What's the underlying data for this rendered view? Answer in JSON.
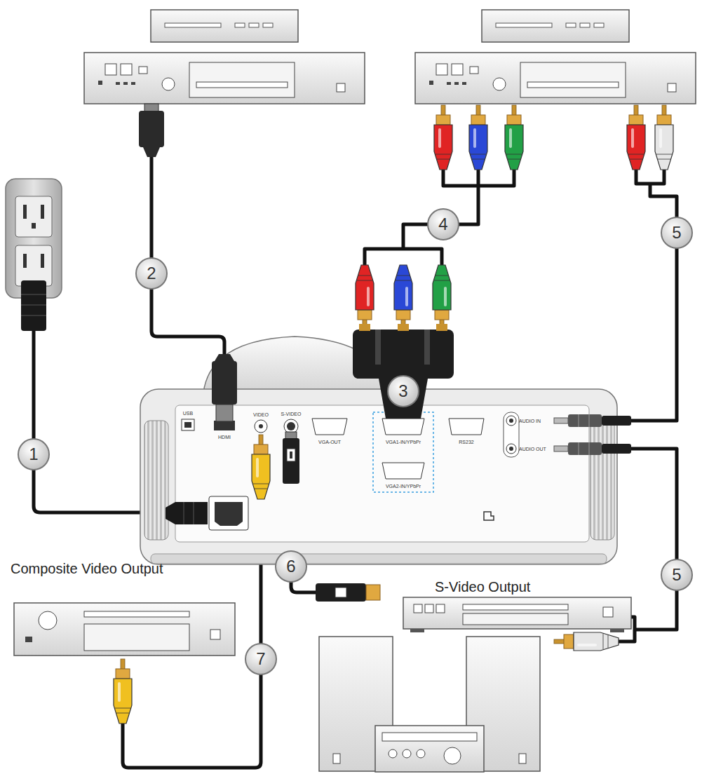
{
  "diagram": {
    "labels": [
      "1",
      "2",
      "3",
      "4",
      "5",
      "Composite Video Output",
      "S-Video Output",
      "6",
      "5",
      "7",
      "USB",
      "HDMI",
      "VIDEO",
      "S-VIDEO",
      "VGA-OUT",
      "VGA1-IN/YPbPr",
      "VGA2-IN/YPbPr",
      "RS232",
      "AUDIO IN",
      "AUDIO OUT"
    ]
  }
}
